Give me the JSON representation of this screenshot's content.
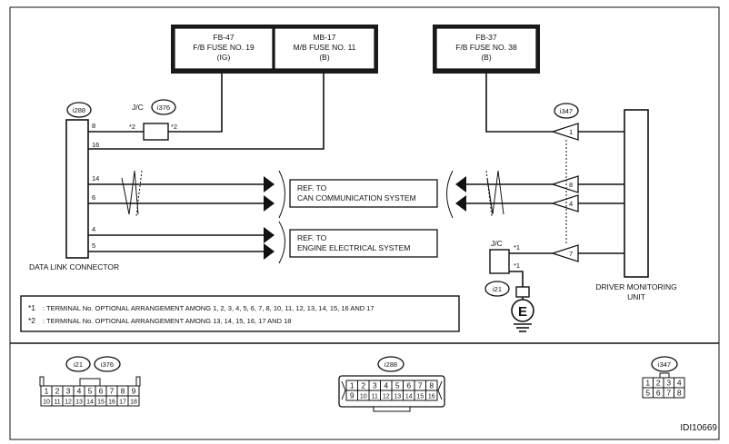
{
  "fuses": [
    {
      "line1": "FB-47",
      "line2": "F/B FUSE NO. 19",
      "line3": "(IG)"
    },
    {
      "line1": "MB-17",
      "line2": "M/B FUSE NO. 11",
      "line3": "(B)"
    },
    {
      "line1": "FB-37",
      "line2": "F/B FUSE NO. 38",
      "line3": "(B)"
    }
  ],
  "connectors": {
    "i288": "i288",
    "i376": "i376",
    "i347": "i347",
    "i21": "i21"
  },
  "jc_label": "J/C",
  "star2": "*2",
  "star1": "*1",
  "dlc": {
    "label": "DATA LINK CONNECTOR",
    "pins": [
      "8",
      "16",
      "14",
      "6",
      "4",
      "5"
    ]
  },
  "refs": [
    {
      "line1": "REF. TO",
      "line2": "CAN COMMUNICATION SYSTEM"
    },
    {
      "line1": "REF. TO",
      "line2": "ENGINE ELECTRICAL SYSTEM"
    }
  ],
  "dmu": {
    "line1": "DRIVER MONITORING",
    "line2": "UNIT",
    "pins": [
      "1",
      "8",
      "4",
      "7"
    ]
  },
  "ground_label": "E",
  "notes": [
    {
      "mark": "*1",
      "text": ": TERMINAL No. OPTIONAL ARRANGEMENT AMONG 1, 2, 3, 4, 5, 6, 7, 8, 10, 11, 12, 13, 14, 15, 16 AND 17"
    },
    {
      "mark": "*2",
      "text": ": TERMINAL No. OPTIONAL ARRANGEMENT AMONG 13, 14, 15, 16, 17 AND 18"
    }
  ],
  "connector_faces": {
    "c1": {
      "top": [
        "1",
        "2",
        "3",
        "4",
        "5",
        "6",
        "7",
        "8",
        "9"
      ],
      "bottom": [
        "10",
        "11",
        "12",
        "13",
        "14",
        "15",
        "16",
        "17",
        "18"
      ]
    },
    "c2": {
      "top": [
        "1",
        "2",
        "3",
        "4",
        "5",
        "6",
        "7",
        "8"
      ],
      "bottom": [
        "9",
        "10",
        "11",
        "12",
        "13",
        "14",
        "15",
        "16"
      ]
    },
    "c3": {
      "top": [
        "1",
        "2",
        "3",
        "4"
      ],
      "bottom": [
        "5",
        "6",
        "7",
        "8"
      ]
    }
  },
  "figure_id": "IDI10669"
}
